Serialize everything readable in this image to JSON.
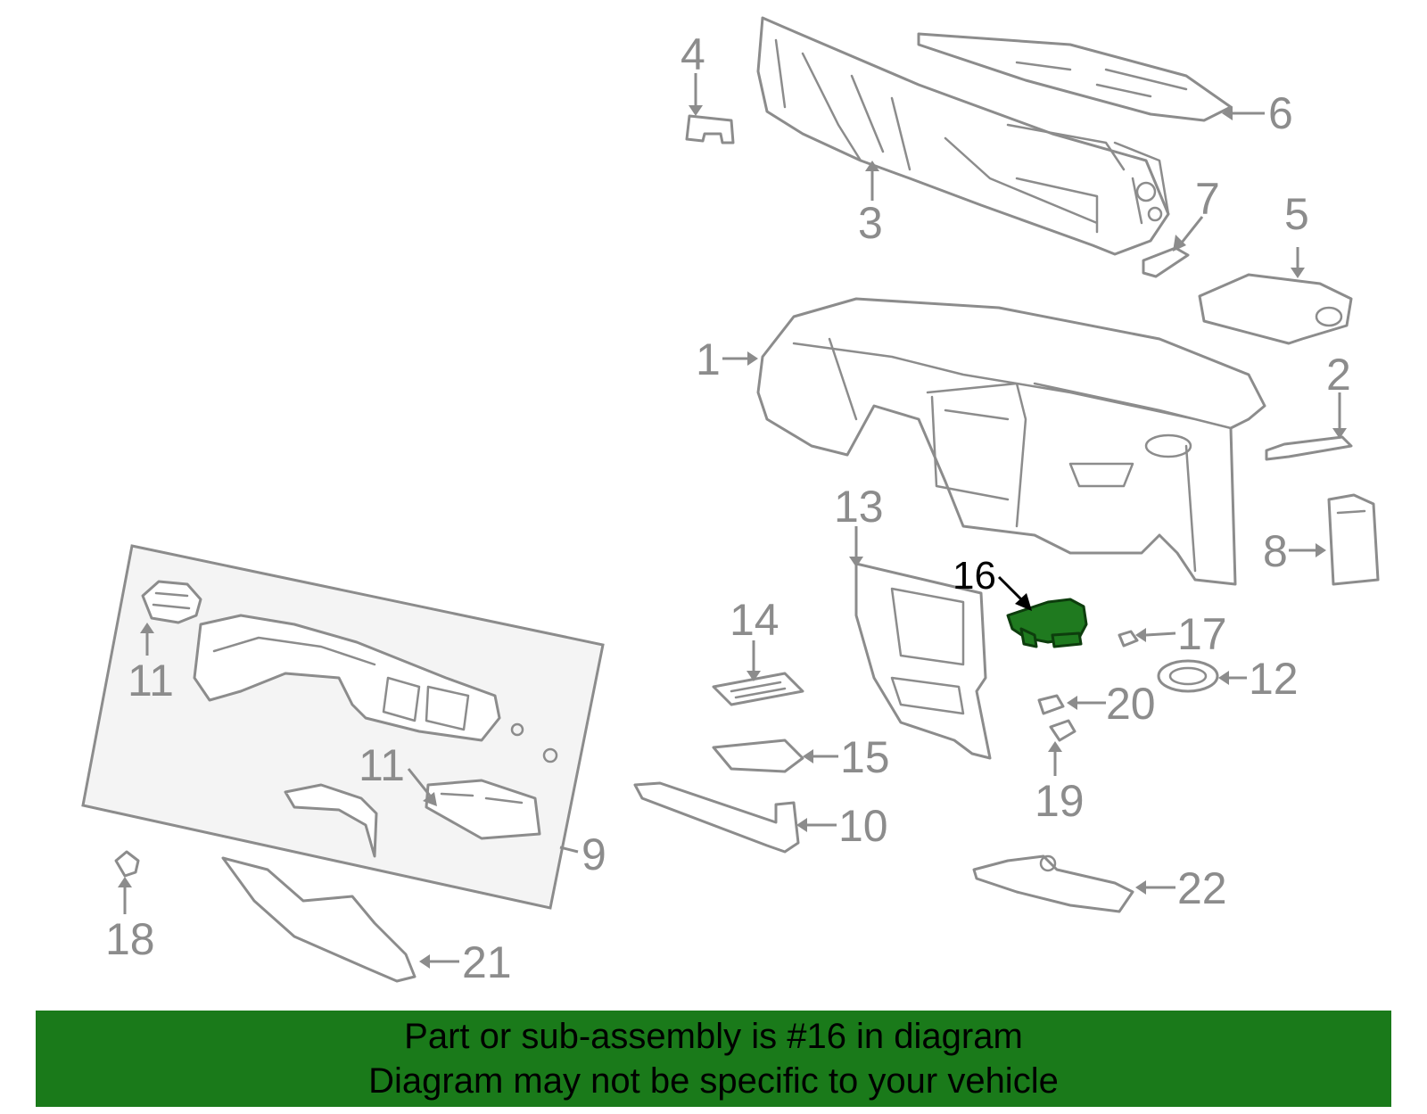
{
  "callouts": {
    "c1": "1",
    "c2": "2",
    "c3": "3",
    "c4": "4",
    "c5": "5",
    "c6": "6",
    "c7": "7",
    "c8": "8",
    "c9": "9",
    "c10": "10",
    "c11a": "11",
    "c11b": "11",
    "c12": "12",
    "c13": "13",
    "c14": "14",
    "c15": "15",
    "c16": "16",
    "c17": "17",
    "c18": "18",
    "c19": "19",
    "c20": "20",
    "c21": "21",
    "c22": "22"
  },
  "highlight": {
    "part_number": "16",
    "color": "#1f7a1f"
  },
  "banner": {
    "line1": "Part or sub-assembly is #16 in diagram",
    "line2": "Diagram may not be specific to your vehicle",
    "background": "#1a7a1a"
  }
}
